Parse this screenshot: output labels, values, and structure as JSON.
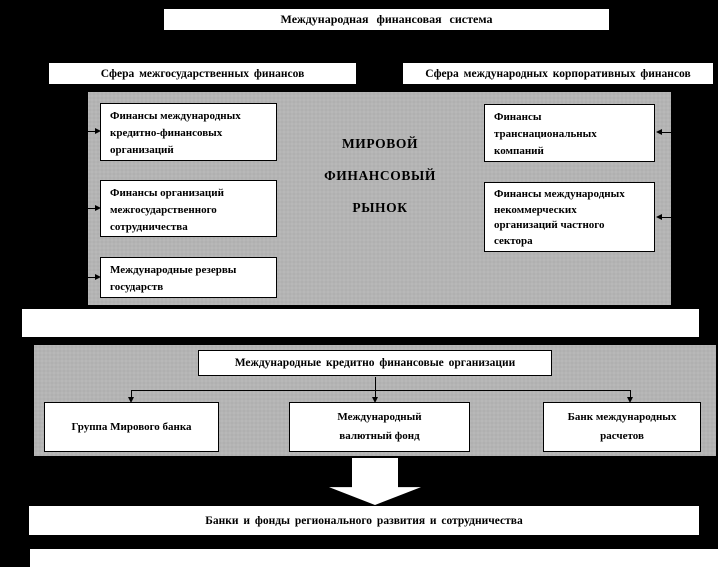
{
  "colors": {
    "background": "#000000",
    "panel_gray": "#b4b4b4",
    "box_background": "#ffffff",
    "box_border": "#000000"
  },
  "root": {
    "title": "Международная финансовая система"
  },
  "sectors": {
    "interstate": "Сфера межгосударственных финансов",
    "corporate": "Сфера международных корпоративных финансов"
  },
  "world_market": {
    "lines": [
      "МИРОВОЙ",
      "ФИНАНСОВЫЙ",
      "РЫНОК"
    ]
  },
  "interstate_boxes": [
    {
      "lines": [
        "Финансы международных",
        "кредитно-финансовых",
        "организаций"
      ]
    },
    {
      "lines": [
        "Финансы организаций",
        "межгосударственного",
        "сотрудничества"
      ]
    },
    {
      "lines": [
        "Международные резервы",
        "государств"
      ]
    }
  ],
  "corporate_boxes": [
    {
      "lines": [
        "Финансы",
        "транснациональных",
        "компаний"
      ]
    },
    {
      "lines": [
        "Финансы международных",
        "некоммерческих",
        "организаций частного",
        "сектора"
      ]
    }
  ],
  "credit_orgs": {
    "title": "Международные кредитно финансовые организации",
    "children": [
      {
        "lines": [
          "Группа Мирового банка"
        ]
      },
      {
        "lines": [
          "Международный",
          "валютный фонд"
        ]
      },
      {
        "lines": [
          "Банк международных",
          "расчетов"
        ]
      }
    ]
  },
  "regional": {
    "label": "Банки и фонды регионального  развития  и сотрудничества"
  },
  "icons": {
    "left_panel_arrows": "arrow-right",
    "right_panel_arrows": "arrow-left",
    "tree_arrows": "arrow-down",
    "flow_arrow": "block-arrow-down"
  }
}
